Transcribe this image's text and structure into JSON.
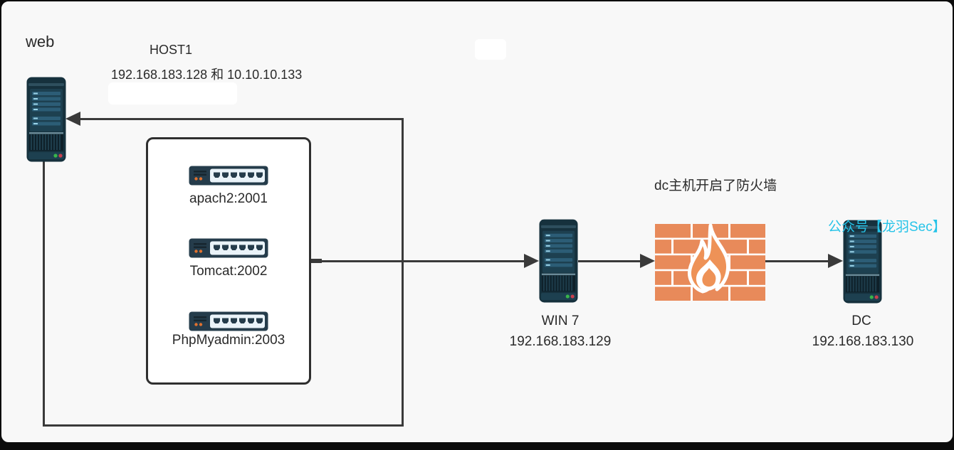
{
  "diagram": {
    "web": {
      "label": "web"
    },
    "host1": {
      "title": "HOST1",
      "ips": "192.168.183.128 和 10.10.10.133"
    },
    "services": {
      "items": [
        {
          "label": "apach2:2001"
        },
        {
          "label": "Tomcat:2002"
        },
        {
          "label": "PhpMyadmin:2003"
        }
      ]
    },
    "win7": {
      "label": "WIN 7",
      "ip": "192.168.183.129"
    },
    "firewall": {
      "note": "dc主机开启了防火墙"
    },
    "dc": {
      "label": "DC",
      "ip": "192.168.183.130"
    }
  },
  "watermark": {
    "text": "公众号【龙羽Sec】"
  },
  "colors": {
    "background": "#F8F8F8",
    "frame": "#0D0D0D",
    "line": "#3A3A3A",
    "server_body": "#16313D",
    "switch_body": "#253C4B",
    "brick_orange": "#E88A5A",
    "flame_orange": "#EE9257",
    "led_green": "#39B54A",
    "led_red": "#C9404E",
    "watermark_cyan": "#25C3E8"
  }
}
